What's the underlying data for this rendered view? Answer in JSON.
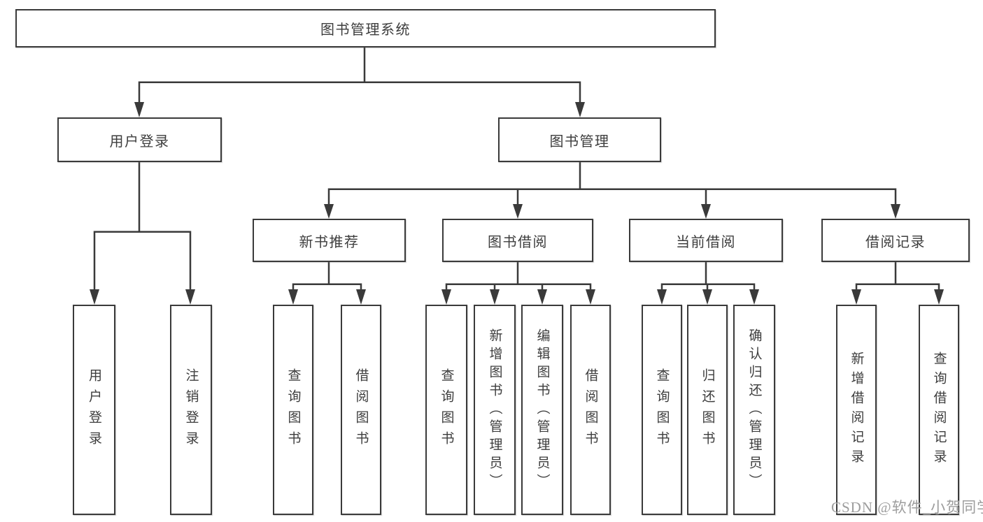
{
  "diagram_title": "图书管理系统",
  "tree": {
    "root": {
      "label": "图书管理系统"
    },
    "branches": [
      {
        "label": "用户登录",
        "children": [
          {
            "label": "用户登录"
          },
          {
            "label": "注销登录"
          }
        ]
      },
      {
        "label": "图书管理",
        "children": [
          {
            "label": "新书推荐",
            "children": [
              {
                "label": "查询图书"
              },
              {
                "label": "借阅图书"
              }
            ]
          },
          {
            "label": "图书借阅",
            "children": [
              {
                "label": "查询图书"
              },
              {
                "label": "新增图书（管理员）"
              },
              {
                "label": "编辑图书（管理员）"
              },
              {
                "label": "借阅图书"
              }
            ]
          },
          {
            "label": "当前借阅",
            "children": [
              {
                "label": "查询图书"
              },
              {
                "label": "归还图书"
              },
              {
                "label": "确认归还（管理员）"
              }
            ]
          },
          {
            "label": "借阅记录",
            "children": [
              {
                "label": "新增借阅记录"
              },
              {
                "label": "查询借阅记录"
              }
            ]
          }
        ]
      }
    ]
  },
  "watermark": {
    "text": "CSDN @软件_小贺同学"
  },
  "colors": {
    "line": "#3a3a3a",
    "box_border": "#3a3a3a",
    "box_fill": "#ffffff",
    "text": "#3d3d3d",
    "watermark": "#9d9d9d",
    "background": "#ffffff"
  }
}
